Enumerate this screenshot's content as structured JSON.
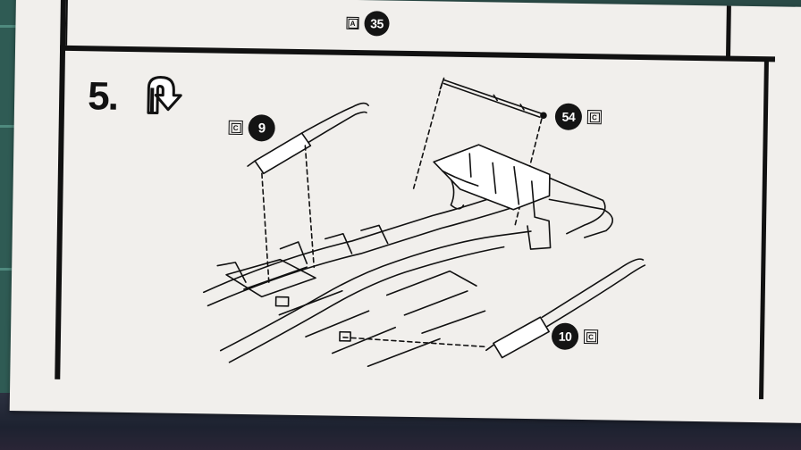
{
  "step": {
    "label": "5."
  },
  "top_ref": {
    "letter": "A",
    "number": "35"
  },
  "parts": [
    {
      "letter": "C",
      "number": "9"
    },
    {
      "letter": "C",
      "number": "54"
    },
    {
      "letter": "C",
      "number": "10"
    }
  ],
  "colors": {
    "paper": "#f1efec",
    "ink": "#111111",
    "mat": "#2f5b54",
    "fabric": "#1d2230"
  },
  "icons": [
    "flip-arrow-icon",
    "muffler-icon",
    "frame-chassis-icon"
  ]
}
